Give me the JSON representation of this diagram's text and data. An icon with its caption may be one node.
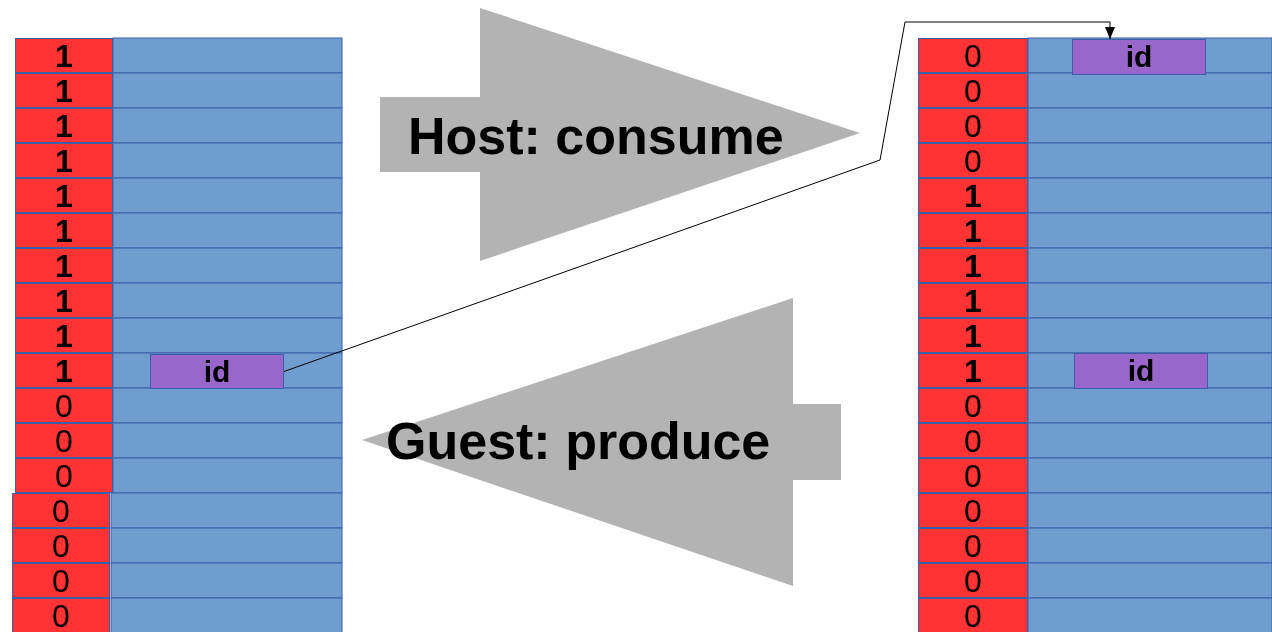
{
  "diagram": {
    "nodes": [
      {
        "text": [
          "1"
        ]
      },
      {
        "text": [
          "1"
        ]
      },
      {
        "text": [
          "1"
        ]
      },
      {
        "text": [
          "1"
        ]
      },
      {
        "text": [
          "1"
        ]
      },
      {
        "text": [
          "1"
        ]
      },
      {
        "text": [
          "1"
        ]
      },
      {
        "text": [
          "1"
        ]
      },
      {
        "text": [
          "1"
        ]
      },
      {
        "text": [
          "1"
        ]
      },
      {
        "text": [
          "0"
        ]
      },
      {
        "text": [
          "0"
        ]
      },
      {
        "text": [
          "0"
        ]
      },
      {
        "text": [
          "0"
        ]
      },
      {
        "text": [
          "0"
        ]
      },
      {
        "text": [
          "0"
        ]
      },
      {
        "text": [
          "0"
        ]
      },
      {
        "text": [
          "id"
        ]
      },
      {
        "text": [
          "Host: consume"
        ]
      },
      {
        "text": [
          "Guest: produce"
        ]
      },
      {
        "text": [
          "0"
        ]
      },
      {
        "text": [
          "0"
        ]
      },
      {
        "text": [
          "0"
        ]
      },
      {
        "text": [
          "0"
        ]
      },
      {
        "text": [
          "1"
        ]
      },
      {
        "text": [
          "1"
        ]
      },
      {
        "text": [
          "1"
        ]
      },
      {
        "text": [
          "1"
        ]
      },
      {
        "text": [
          "1"
        ]
      },
      {
        "text": [
          "1"
        ]
      },
      {
        "text": [
          "0"
        ]
      },
      {
        "text": [
          "0"
        ]
      },
      {
        "text": [
          "0"
        ]
      },
      {
        "text": [
          "0"
        ]
      },
      {
        "text": [
          "0"
        ]
      },
      {
        "text": [
          "0"
        ]
      },
      {
        "text": [
          "0"
        ]
      },
      {
        "text": [
          "id"
        ]
      },
      {
        "text": [
          "id"
        ]
      }
    ],
    "edges": [
      {
        "from": 17,
        "to": 37,
        "arrow": "to"
      }
    ]
  }
}
